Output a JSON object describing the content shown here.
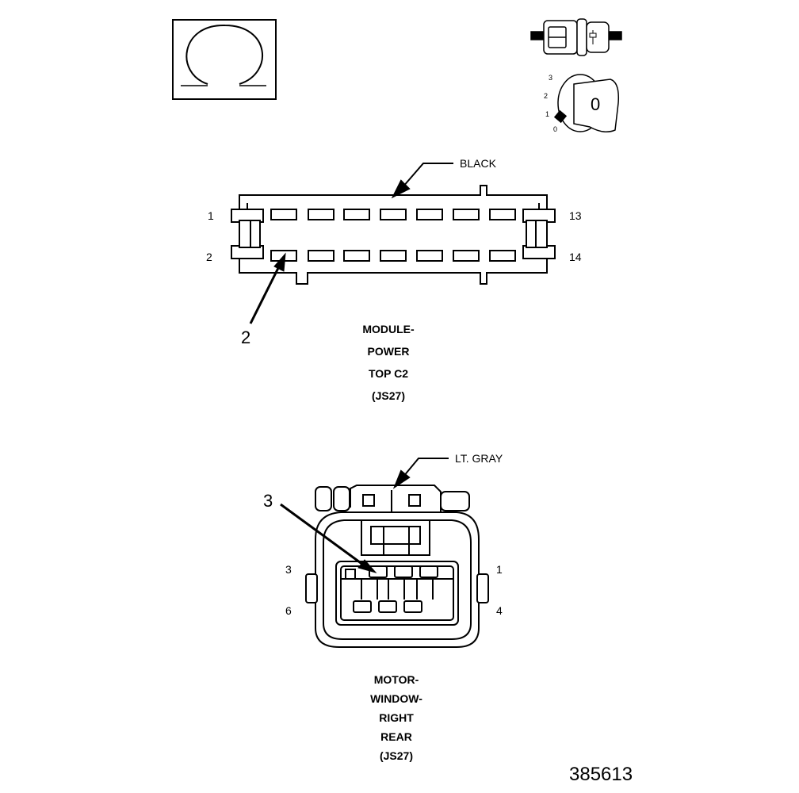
{
  "meter_icon": {
    "name": "ohmmeter-icon"
  },
  "ignition_icon": {
    "name": "ignition-switch-off-icon",
    "positions": [
      "3",
      "2",
      "1",
      "0"
    ],
    "key_label": "0"
  },
  "connector_top": {
    "color_label": "BLACK",
    "pins_left": [
      "1",
      "2"
    ],
    "pins_right": [
      "13",
      "14"
    ],
    "callout": "2",
    "title_lines": [
      "MODULE-",
      "POWER",
      "TOP C2",
      "(JS27)"
    ]
  },
  "connector_bottom": {
    "color_label": "LT. GRAY",
    "pins_left": [
      "3",
      "6"
    ],
    "pins_right": [
      "1",
      "4"
    ],
    "callout": "3",
    "title_lines": [
      "MOTOR-",
      "WINDOW-",
      "RIGHT",
      "REAR",
      "(JS27)"
    ]
  },
  "figure_id": "385613"
}
